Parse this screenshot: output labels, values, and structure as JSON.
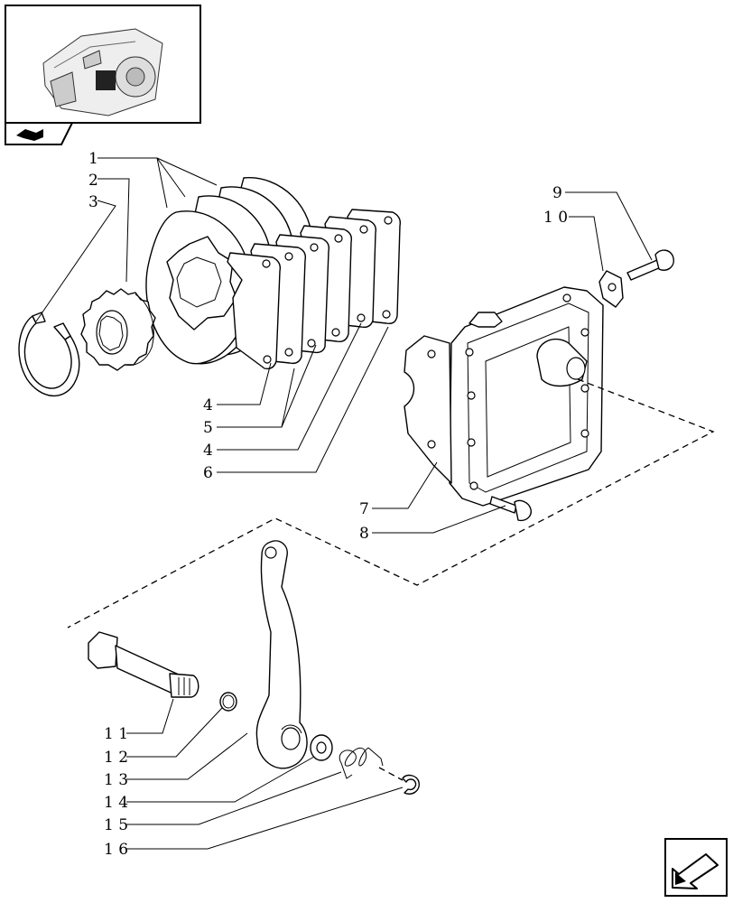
{
  "callouts": {
    "c1": "1",
    "c2": "2",
    "c3": "3",
    "c4a": "4",
    "c5": "5",
    "c4b": "4",
    "c6": "6",
    "c7": "7",
    "c8": "8",
    "c9": "9",
    "c10": "1 0",
    "c11": "1 1",
    "c12": "1 2",
    "c13": "1 3",
    "c14": "1 4",
    "c15": "1 5",
    "c16": "1 6"
  },
  "icons": {
    "thumbnail": "transmission-housing-thumbnail",
    "book": "book-icon",
    "nav": "next-page-arrow-icon"
  }
}
